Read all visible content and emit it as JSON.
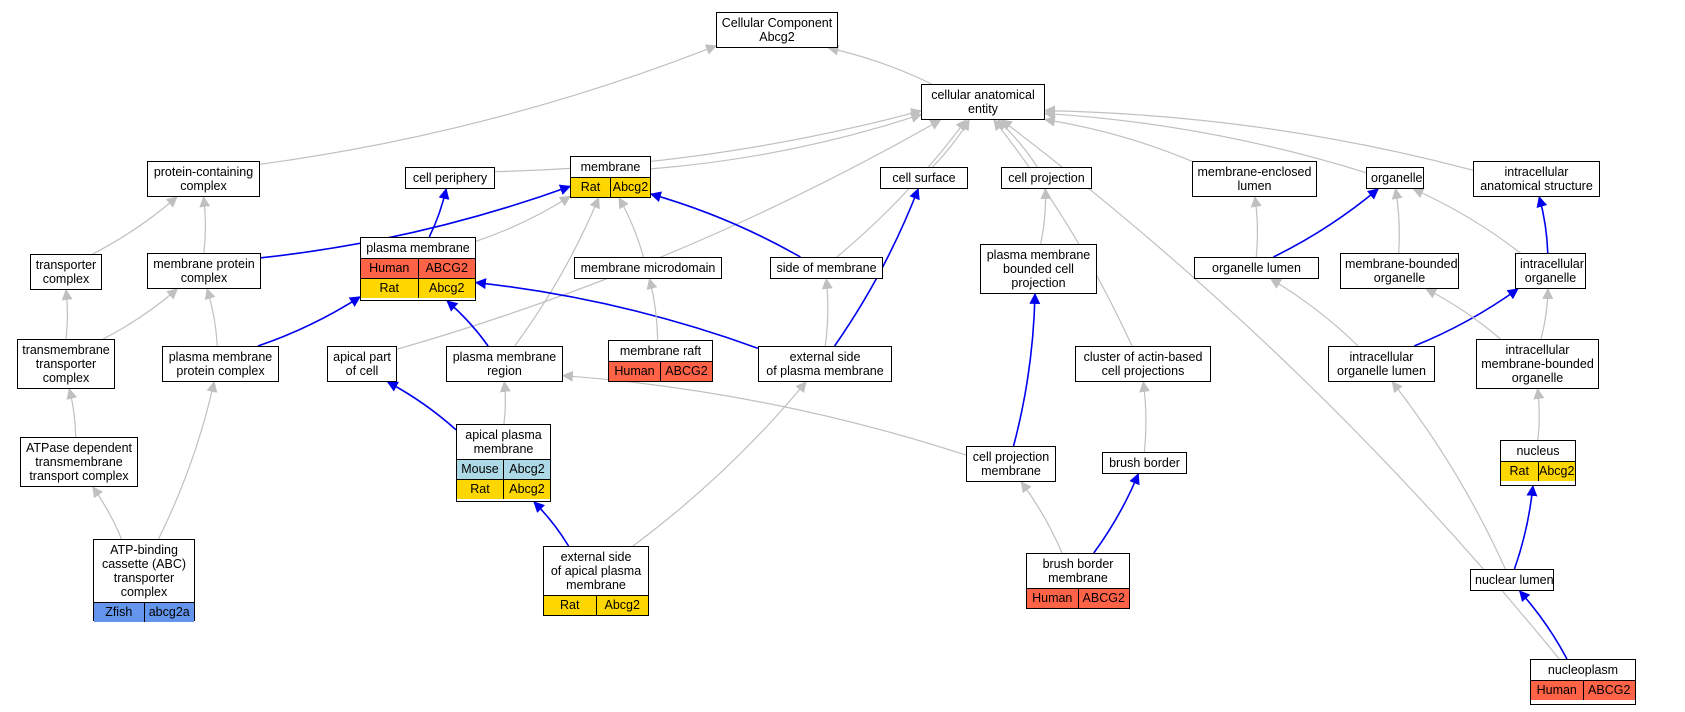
{
  "colors": {
    "gray_edge": "#c0c0c0",
    "blue_edge": "#0000ee",
    "Human": "#ff6347",
    "Rat": "#ffd700",
    "Mouse": "#add8e6",
    "Zfish": "#6495ed"
  },
  "nodes": [
    {
      "id": "cc",
      "lines": [
        "Cellular Component",
        "Abcg2"
      ],
      "ann": []
    },
    {
      "id": "cae",
      "lines": [
        "cellular anatomical",
        "entity"
      ],
      "ann": []
    },
    {
      "id": "pcc",
      "lines": [
        "protein-containing",
        "complex"
      ],
      "ann": []
    },
    {
      "id": "cp",
      "lines": [
        "cell periphery"
      ],
      "ann": []
    },
    {
      "id": "mem",
      "lines": [
        "membrane"
      ],
      "ann": [
        {
          "sp": "Rat",
          "gene": "Abcg2"
        }
      ]
    },
    {
      "id": "cs",
      "lines": [
        "cell surface"
      ],
      "ann": []
    },
    {
      "id": "cproj",
      "lines": [
        "cell projection"
      ],
      "ann": []
    },
    {
      "id": "mel",
      "lines": [
        "membrane-enclosed",
        "lumen"
      ],
      "ann": []
    },
    {
      "id": "org",
      "lines": [
        "organelle"
      ],
      "ann": []
    },
    {
      "id": "ias",
      "lines": [
        "intracellular",
        "anatomical structure"
      ],
      "ann": []
    },
    {
      "id": "tc",
      "lines": [
        "transporter",
        "complex"
      ],
      "ann": []
    },
    {
      "id": "mpc",
      "lines": [
        "membrane protein",
        "complex"
      ],
      "ann": []
    },
    {
      "id": "pm",
      "lines": [
        "plasma membrane"
      ],
      "ann": [
        {
          "sp": "Human",
          "gene": "ABCG2"
        },
        {
          "sp": "Rat",
          "gene": "Abcg2"
        }
      ]
    },
    {
      "id": "mmd",
      "lines": [
        "membrane microdomain"
      ],
      "ann": []
    },
    {
      "id": "som",
      "lines": [
        "side of membrane"
      ],
      "ann": []
    },
    {
      "id": "pmbcp",
      "lines": [
        "plasma membrane",
        "bounded cell",
        "projection"
      ],
      "ann": []
    },
    {
      "id": "ol",
      "lines": [
        "organelle lumen"
      ],
      "ann": []
    },
    {
      "id": "mbo",
      "lines": [
        "membrane-bounded",
        "organelle"
      ],
      "ann": []
    },
    {
      "id": "io",
      "lines": [
        "intracellular",
        "organelle"
      ],
      "ann": []
    },
    {
      "id": "ttc",
      "lines": [
        "transmembrane",
        "transporter",
        "complex"
      ],
      "ann": []
    },
    {
      "id": "pmpc",
      "lines": [
        "plasma membrane",
        "protein complex"
      ],
      "ann": []
    },
    {
      "id": "apc",
      "lines": [
        "apical part",
        "of cell"
      ],
      "ann": []
    },
    {
      "id": "pmr",
      "lines": [
        "plasma membrane",
        "region"
      ],
      "ann": []
    },
    {
      "id": "mr",
      "lines": [
        "membrane raft"
      ],
      "ann": [
        {
          "sp": "Human",
          "gene": "ABCG2"
        }
      ]
    },
    {
      "id": "espm",
      "lines": [
        "external side",
        "of plasma membrane"
      ],
      "ann": []
    },
    {
      "id": "cabcp",
      "lines": [
        "cluster of actin-based",
        "cell projections"
      ],
      "ann": []
    },
    {
      "id": "iol",
      "lines": [
        "intracellular",
        "organelle lumen"
      ],
      "ann": []
    },
    {
      "id": "imbo",
      "lines": [
        "intracellular",
        "membrane-bounded",
        "organelle"
      ],
      "ann": []
    },
    {
      "id": "atpdtc",
      "lines": [
        "ATPase dependent",
        "transmembrane",
        "transport complex"
      ],
      "ann": []
    },
    {
      "id": "apm",
      "lines": [
        "apical plasma",
        "membrane"
      ],
      "ann": [
        {
          "sp": "Mouse",
          "gene": "Abcg2"
        },
        {
          "sp": "Rat",
          "gene": "Abcg2"
        }
      ]
    },
    {
      "id": "cpm",
      "lines": [
        "cell projection",
        "membrane"
      ],
      "ann": []
    },
    {
      "id": "bb",
      "lines": [
        "brush border"
      ],
      "ann": []
    },
    {
      "id": "nuc",
      "lines": [
        "nucleus"
      ],
      "ann": [
        {
          "sp": "Rat",
          "gene": "Abcg2"
        }
      ]
    },
    {
      "id": "abc",
      "lines": [
        "ATP-binding",
        "cassette (ABC)",
        "transporter",
        "complex"
      ],
      "ann": [
        {
          "sp": "Zfish",
          "gene": "abcg2a"
        }
      ]
    },
    {
      "id": "esapm",
      "lines": [
        "external side",
        "of apical plasma",
        "membrane"
      ],
      "ann": [
        {
          "sp": "Rat",
          "gene": "Abcg2"
        }
      ]
    },
    {
      "id": "bbm",
      "lines": [
        "brush border",
        "membrane"
      ],
      "ann": [
        {
          "sp": "Human",
          "gene": "ABCG2"
        }
      ]
    },
    {
      "id": "nl",
      "lines": [
        "nuclear lumen"
      ],
      "ann": []
    },
    {
      "id": "np",
      "lines": [
        "nucleoplasm"
      ],
      "ann": [
        {
          "sp": "Human",
          "gene": "ABCG2"
        }
      ]
    }
  ],
  "edges": [
    {
      "from": "cae",
      "to": "cc",
      "color": "gray"
    },
    {
      "from": "pcc",
      "to": "cc",
      "color": "gray"
    },
    {
      "from": "cp",
      "to": "cae",
      "color": "gray"
    },
    {
      "from": "mem",
      "to": "cae",
      "color": "gray"
    },
    {
      "from": "cs",
      "to": "cae",
      "color": "gray"
    },
    {
      "from": "cproj",
      "to": "cae",
      "color": "gray"
    },
    {
      "from": "mel",
      "to": "cae",
      "color": "gray"
    },
    {
      "from": "org",
      "to": "cae",
      "color": "gray"
    },
    {
      "from": "ias",
      "to": "cae",
      "color": "gray"
    },
    {
      "from": "apc",
      "to": "cae",
      "color": "gray"
    },
    {
      "from": "som",
      "to": "cae",
      "color": "gray"
    },
    {
      "from": "cabcp",
      "to": "cae",
      "color": "gray"
    },
    {
      "from": "np",
      "to": "cae",
      "color": "gray"
    },
    {
      "from": "tc",
      "to": "pcc",
      "color": "gray"
    },
    {
      "from": "mpc",
      "to": "pcc",
      "color": "gray"
    },
    {
      "from": "pm",
      "to": "cp",
      "color": "blue"
    },
    {
      "from": "mpc",
      "to": "mem",
      "color": "blue"
    },
    {
      "from": "pm",
      "to": "mem",
      "color": "gray"
    },
    {
      "from": "mmd",
      "to": "mem",
      "color": "gray"
    },
    {
      "from": "som",
      "to": "mem",
      "color": "blue"
    },
    {
      "from": "pmr",
      "to": "mem",
      "color": "gray"
    },
    {
      "from": "ttc",
      "to": "tc",
      "color": "gray"
    },
    {
      "from": "ttc",
      "to": "mpc",
      "color": "gray"
    },
    {
      "from": "pmpc",
      "to": "mpc",
      "color": "gray"
    },
    {
      "from": "pmpc",
      "to": "pm",
      "color": "blue"
    },
    {
      "from": "pmr",
      "to": "pm",
      "color": "blue"
    },
    {
      "from": "espm",
      "to": "pm",
      "color": "blue"
    },
    {
      "from": "mr",
      "to": "mmd",
      "color": "gray"
    },
    {
      "from": "espm",
      "to": "som",
      "color": "gray"
    },
    {
      "from": "espm",
      "to": "cs",
      "color": "blue"
    },
    {
      "from": "pmbcp",
      "to": "cproj",
      "color": "gray"
    },
    {
      "from": "ol",
      "to": "mel",
      "color": "gray"
    },
    {
      "from": "ol",
      "to": "org",
      "color": "blue"
    },
    {
      "from": "mbo",
      "to": "org",
      "color": "gray"
    },
    {
      "from": "io",
      "to": "org",
      "color": "gray"
    },
    {
      "from": "io",
      "to": "ias",
      "color": "blue"
    },
    {
      "from": "iol",
      "to": "ol",
      "color": "gray"
    },
    {
      "from": "iol",
      "to": "io",
      "color": "blue"
    },
    {
      "from": "imbo",
      "to": "mbo",
      "color": "gray"
    },
    {
      "from": "imbo",
      "to": "io",
      "color": "gray"
    },
    {
      "from": "atpdtc",
      "to": "ttc",
      "color": "gray"
    },
    {
      "from": "abc",
      "to": "atpdtc",
      "color": "gray"
    },
    {
      "from": "abc",
      "to": "pmpc",
      "color": "gray"
    },
    {
      "from": "apm",
      "to": "apc",
      "color": "blue"
    },
    {
      "from": "apm",
      "to": "pmr",
      "color": "gray"
    },
    {
      "from": "cpm",
      "to": "pmr",
      "color": "gray"
    },
    {
      "from": "cpm",
      "to": "pmbcp",
      "color": "blue"
    },
    {
      "from": "bb",
      "to": "cabcp",
      "color": "gray"
    },
    {
      "from": "esapm",
      "to": "apm",
      "color": "blue"
    },
    {
      "from": "esapm",
      "to": "espm",
      "color": "gray"
    },
    {
      "from": "bbm",
      "to": "cpm",
      "color": "gray"
    },
    {
      "from": "bbm",
      "to": "bb",
      "color": "blue"
    },
    {
      "from": "nuc",
      "to": "imbo",
      "color": "gray"
    },
    {
      "from": "nl",
      "to": "nuc",
      "color": "blue"
    },
    {
      "from": "nl",
      "to": "iol",
      "color": "gray"
    },
    {
      "from": "np",
      "to": "nl",
      "color": "blue"
    }
  ]
}
